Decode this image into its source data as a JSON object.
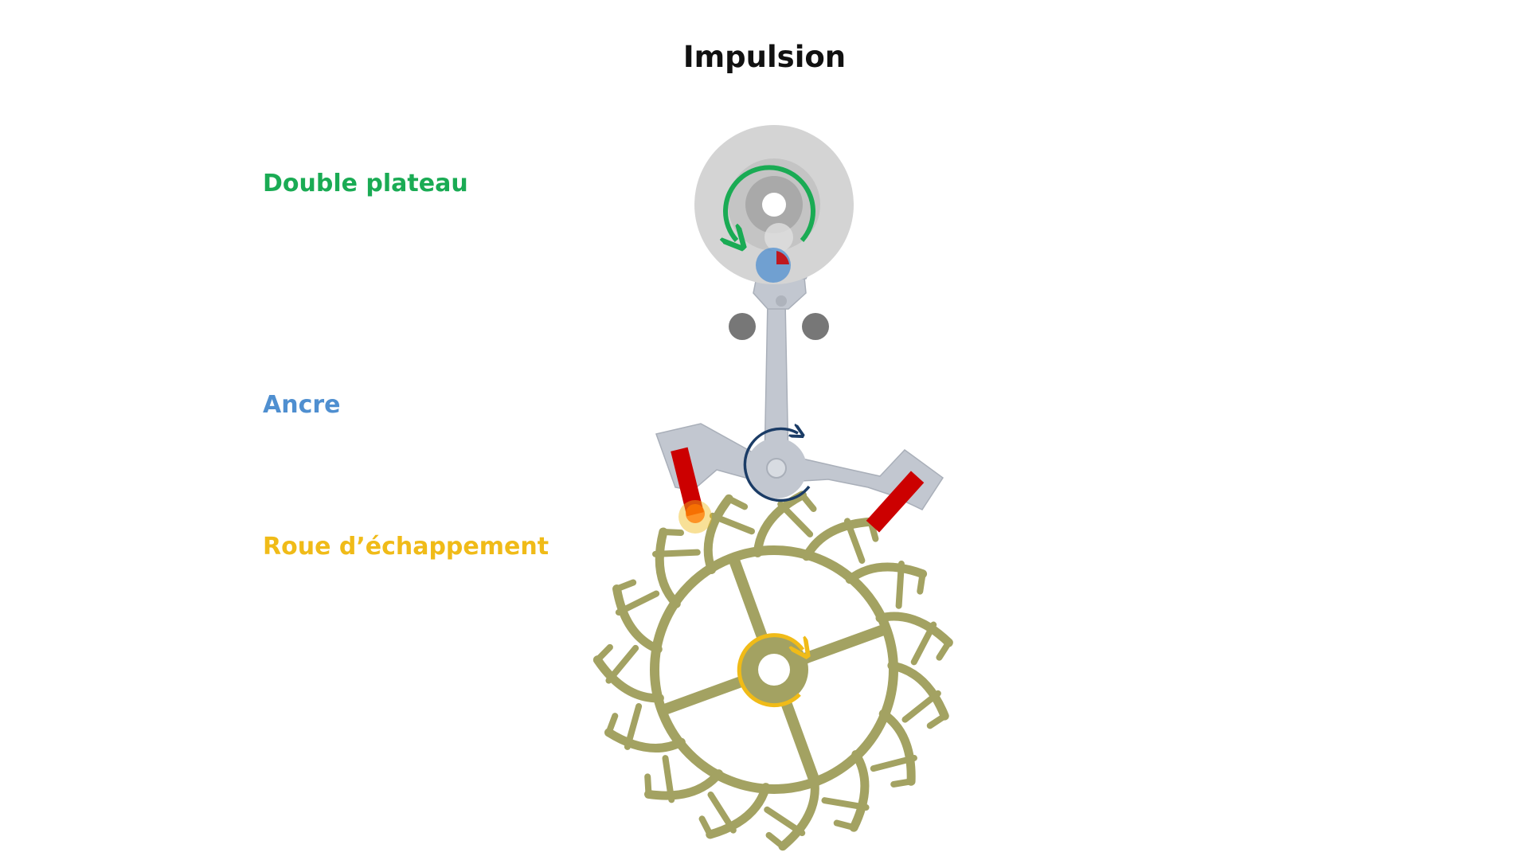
{
  "title": "Impulsion",
  "labels": {
    "double_plateau": "Double plateau",
    "ancre": "Ancre",
    "roue": "Roue d’échappement"
  },
  "colors": {
    "double_plateau": "#1aab54",
    "ancre": "#4f8fd0",
    "roue": "#f0bb18",
    "escape_wheel": "#a3a262",
    "pallet_stones": "#cc0000",
    "balance_disc": "#d4d4d4",
    "anchor_body": "#c2c7d0",
    "banking_pins": "#777777",
    "anchor_rotation_arrow": "#1b3c66",
    "plateau_rotation_arrow": "#1aab54",
    "wheel_rotation_arrow": "#f0bb18"
  },
  "icons": {
    "plateau_rotation": "counterclockwise-arrow-icon",
    "anchor_rotation": "clockwise-arrow-icon",
    "wheel_rotation": "clockwise-arrow-icon"
  }
}
